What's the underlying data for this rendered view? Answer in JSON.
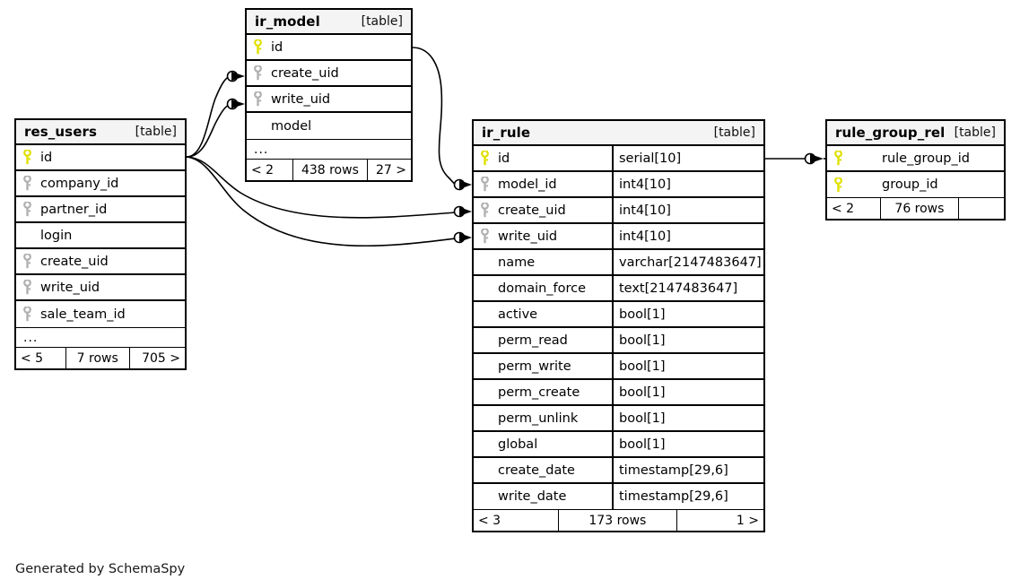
{
  "diagram": {
    "generator_credit": "Generated by SchemaSpy",
    "table_tag": "[table]",
    "ellipsis": "...",
    "key_icon_primary": "primary-key-icon",
    "key_icon_foreign": "foreign-key-icon",
    "colors": {
      "primary_key": "#e8e800",
      "foreign_key": "#aaaaaa",
      "header_bg": "#f4f4f4",
      "border": "#000000",
      "background": "#ffffff"
    }
  },
  "tables": [
    {
      "id": "res_users",
      "name": "res_users",
      "tag": "[table]",
      "columns": [
        {
          "name": "id",
          "key": "primary"
        },
        {
          "name": "company_id",
          "key": "foreign"
        },
        {
          "name": "partner_id",
          "key": "foreign"
        },
        {
          "name": "login",
          "key": "none"
        },
        {
          "name": "create_uid",
          "key": "foreign"
        },
        {
          "name": "write_uid",
          "key": "foreign"
        },
        {
          "name": "sale_team_id",
          "key": "foreign"
        }
      ],
      "has_ellipsis": true,
      "footer": {
        "left": "< 5",
        "center": "7 rows",
        "right": "705 >"
      }
    },
    {
      "id": "ir_model",
      "name": "ir_model",
      "tag": "[table]",
      "columns": [
        {
          "name": "id",
          "key": "primary"
        },
        {
          "name": "create_uid",
          "key": "foreign"
        },
        {
          "name": "write_uid",
          "key": "foreign"
        },
        {
          "name": "model",
          "key": "none"
        }
      ],
      "has_ellipsis": true,
      "footer": {
        "left": "< 2",
        "center": "438 rows",
        "right": "27 >"
      }
    },
    {
      "id": "ir_rule",
      "name": "ir_rule",
      "tag": "[table]",
      "columns": [
        {
          "name": "id",
          "key": "primary",
          "type": "serial[10]"
        },
        {
          "name": "model_id",
          "key": "foreign",
          "type": "int4[10]"
        },
        {
          "name": "create_uid",
          "key": "foreign",
          "type": "int4[10]"
        },
        {
          "name": "write_uid",
          "key": "foreign",
          "type": "int4[10]"
        },
        {
          "name": "name",
          "key": "none",
          "type": "varchar[2147483647]"
        },
        {
          "name": "domain_force",
          "key": "none",
          "type": "text[2147483647]"
        },
        {
          "name": "active",
          "key": "none",
          "type": "bool[1]"
        },
        {
          "name": "perm_read",
          "key": "none",
          "type": "bool[1]"
        },
        {
          "name": "perm_write",
          "key": "none",
          "type": "bool[1]"
        },
        {
          "name": "perm_create",
          "key": "none",
          "type": "bool[1]"
        },
        {
          "name": "perm_unlink",
          "key": "none",
          "type": "bool[1]"
        },
        {
          "name": "global",
          "key": "none",
          "type": "bool[1]"
        },
        {
          "name": "create_date",
          "key": "none",
          "type": "timestamp[29,6]"
        },
        {
          "name": "write_date",
          "key": "none",
          "type": "timestamp[29,6]"
        }
      ],
      "has_ellipsis": false,
      "footer": {
        "left": "< 3",
        "center": "173 rows",
        "right": "1 >"
      }
    },
    {
      "id": "rule_group_rel",
      "name": "rule_group_rel",
      "tag": "[table]",
      "columns": [
        {
          "name": "rule_group_id",
          "key": "primary"
        },
        {
          "name": "group_id",
          "key": "primary"
        }
      ],
      "has_ellipsis": false,
      "footer": {
        "left": "< 2",
        "center": "76 rows",
        "right": ""
      }
    }
  ],
  "relationships": [
    {
      "from": "res_users.id",
      "to": "ir_model.create_uid"
    },
    {
      "from": "res_users.id",
      "to": "ir_model.write_uid"
    },
    {
      "from": "res_users.id",
      "to": "ir_rule.create_uid"
    },
    {
      "from": "res_users.id",
      "to": "ir_rule.write_uid"
    },
    {
      "from": "ir_model.id",
      "to": "ir_rule.model_id"
    },
    {
      "from": "ir_rule.id",
      "to": "rule_group_rel.rule_group_id"
    }
  ]
}
